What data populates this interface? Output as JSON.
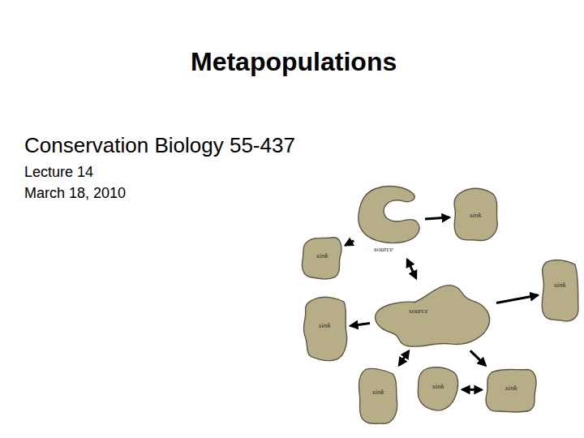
{
  "diagram": {
    "title": "Metapopulations",
    "nodes": [
      {
        "text": [
          "source"
        ]
      },
      {
        "text": [
          "sink"
        ]
      },
      {
        "text": [
          "sink"
        ]
      },
      {
        "text": [
          "source"
        ]
      },
      {
        "text": [
          "sink"
        ]
      },
      {
        "text": [
          "sink"
        ]
      },
      {
        "text": [
          "sink"
        ]
      },
      {
        "text": [
          "sink"
        ]
      },
      {
        "text": [
          "sink"
        ]
      }
    ],
    "edges": [
      {
        "from": 0,
        "to": 1,
        "arrow": "to"
      },
      {
        "from": 0,
        "to": 2,
        "arrow": "to"
      },
      {
        "from": 0,
        "to": 3,
        "arrow": "both"
      },
      {
        "from": 3,
        "to": 4,
        "arrow": "to"
      },
      {
        "from": 3,
        "to": 5,
        "arrow": "to"
      },
      {
        "from": 3,
        "to": 6,
        "arrow": "both"
      },
      {
        "from": 3,
        "to": 8,
        "arrow": "to"
      },
      {
        "from": 7,
        "to": 8,
        "arrow": "both"
      }
    ],
    "labels": [
      "Conservation Biology 55-437",
      "Lecture 14",
      "March 18, 2010"
    ]
  }
}
